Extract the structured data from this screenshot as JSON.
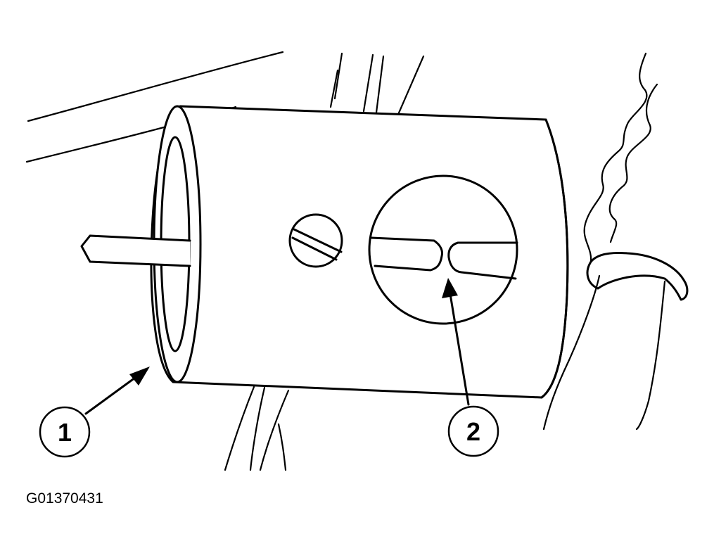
{
  "figure_id": "G01370431",
  "callouts": [
    {
      "label": "1"
    },
    {
      "label": "2"
    }
  ],
  "colors": {
    "ink": "#000000",
    "background": "#ffffff"
  }
}
